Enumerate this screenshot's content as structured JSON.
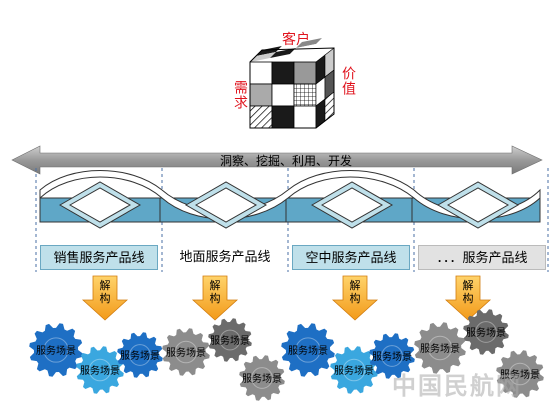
{
  "cube": {
    "top_label": "客户",
    "left_label": "需求",
    "right_label": "价值"
  },
  "arrow_label": "洞察、挖掘、利用、开发",
  "product_lines": [
    {
      "label": "销售服务产品线",
      "fill": "#bfe0ea"
    },
    {
      "label": "地面服务产品线",
      "fill": "#ffffff"
    },
    {
      "label": "空中服务产品线",
      "fill": "#bfe0ea"
    },
    {
      "label": "．．．服务产品线",
      "fill": "#e2e2e2"
    }
  ],
  "decompose_label": "解构",
  "scenario_label": "服务场景",
  "watermark": "中国民航网",
  "colors": {
    "blue_gear": "#1e6fc4",
    "blue_gear_light": "#3aa7df",
    "gray_gear": "#8c8c8c",
    "gray_gear_dark": "#6b6b6b",
    "arrow_gradient_start": "#ffd36b",
    "arrow_gradient_end": "#f29a1a"
  }
}
